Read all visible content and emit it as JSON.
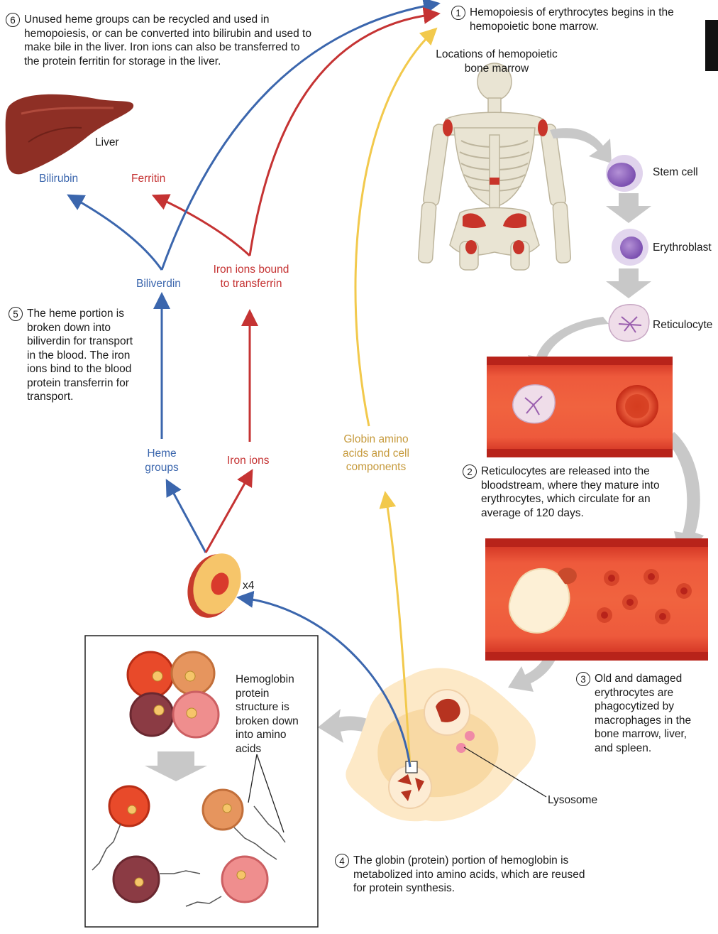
{
  "steps": {
    "s1": {
      "num": "1",
      "text": "Hemopoiesis of erythrocytes begins in the hemopoietic bone marrow."
    },
    "s2": {
      "num": "2",
      "text": "Reticulocytes are released into the bloodstream, where they mature into erythrocytes, which circulate for an average of 120 days."
    },
    "s3": {
      "num": "3",
      "text": "Old and damaged erythrocytes are phagocytized by macrophages in the bone marrow, liver, and spleen."
    },
    "s4": {
      "num": "4",
      "text": "The globin (protein) portion of hemoglobin is metabolized into amino acids, which are reused for protein synthesis."
    },
    "s5": {
      "num": "5",
      "text": "The heme portion is broken down into biliverdin for transport in the blood. The iron ions bind to the blood protein transferrin for transport."
    },
    "s6": {
      "num": "6",
      "text": "Unused heme groups can be recycled and used in hemopoiesis, or can be converted into bilirubin and used to make bile in the liver. Iron ions can also be transferred to the protein ferritin for storage in the liver."
    }
  },
  "labels": {
    "marrow_locations": "Locations of hemopoietic bone marrow",
    "stem_cell": "Stem cell",
    "erythroblast": "Erythroblast",
    "reticulocyte": "Reticulocyte",
    "liver": "Liver",
    "bilirubin": "Bilirubin",
    "ferritin": "Ferritin",
    "biliverdin": "Biliverdin",
    "iron_transferrin": "Iron ions bound to transferrin",
    "heme_groups": "Heme groups",
    "iron_ions": "Iron ions",
    "globin": "Globin amino acids and cell components",
    "x4": "x4",
    "hemoglobin_breakdown": "Hemoglobin protein structure is broken down into amino acids",
    "lysosome": "Lysosome"
  },
  "colors": {
    "blue": "#3b66ad",
    "red": "#c53333",
    "gold": "#f2c94c",
    "gray_arrow": "#c8c8c8",
    "vessel": "#e8412a"
  }
}
